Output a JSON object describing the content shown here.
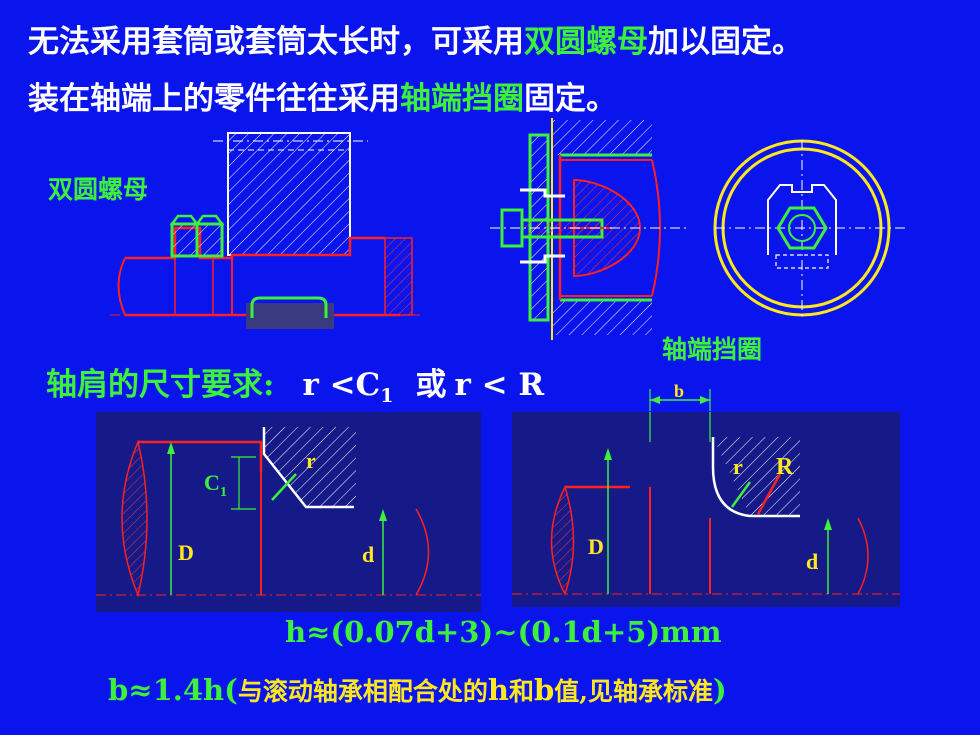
{
  "header": {
    "line1_a": "无法采用套筒或套筒太长时，可采用",
    "line1_b": "双圆螺母",
    "line1_c": "加以固定。",
    "line2_a": "装在轴端上的零件往往采用",
    "line2_b": "轴端挡圈",
    "line2_c": "固定。"
  },
  "labels": {
    "double_nut": "双圆螺母",
    "end_retainer": "轴端挡圈"
  },
  "requirement": {
    "title": "轴肩的尺寸要求:",
    "expr_a": "r <C",
    "expr_a_sub": "1",
    "or_word": "或",
    "expr_b": "r < R"
  },
  "fig_left": {
    "c_label": "C",
    "c_sub": "1",
    "r_label": "r",
    "D_label": "D",
    "d_label": "d"
  },
  "fig_right": {
    "b_label": "b",
    "r_label": "r",
    "R_label": "R",
    "D_label": "D",
    "d_label": "d"
  },
  "formula_h": "h≈(0.07d+3)~(0.1d+5)mm",
  "formula_b": {
    "a": "b≈1.4h(",
    "b": "与滚动轴承相配合处的",
    "c": "h",
    "d": "和",
    "e": "b",
    "f": "值,见轴承标准",
    "g": ")"
  },
  "colors": {
    "background": "#0a14ec",
    "accent_green": "#3cf03c",
    "note_yellow": "#ffe81e",
    "shaft_red": "#ff2020"
  }
}
